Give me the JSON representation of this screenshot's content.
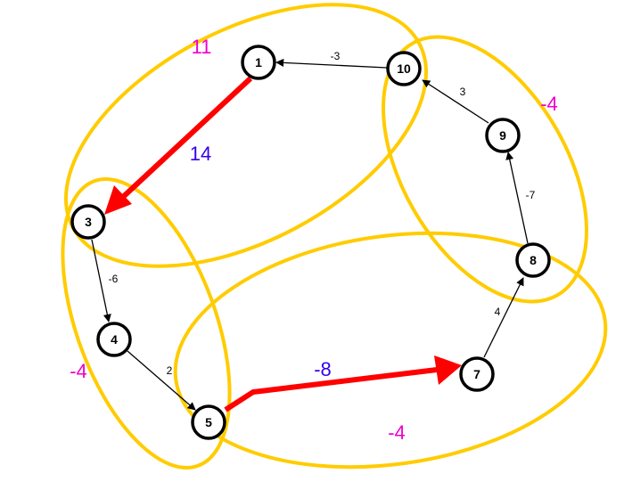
{
  "colors": {
    "cluster_outline": "#FFCC00",
    "cluster_label": "#EE00CC",
    "highlight_edge": "#FF0000",
    "highlight_label": "#3300EE",
    "edge": "#000000",
    "node_fill": "#FFFFFF",
    "node_stroke": "#000000"
  },
  "nodes": [
    {
      "id": "1",
      "label": "1"
    },
    {
      "id": "10",
      "label": "10"
    },
    {
      "id": "9",
      "label": "9"
    },
    {
      "id": "8",
      "label": "8"
    },
    {
      "id": "7",
      "label": "7"
    },
    {
      "id": "5",
      "label": "5"
    },
    {
      "id": "4",
      "label": "4"
    },
    {
      "id": "3",
      "label": "3"
    }
  ],
  "edges": [
    {
      "from": "10",
      "to": "1",
      "weight": "-3",
      "highlight": false
    },
    {
      "from": "9",
      "to": "10",
      "weight": "3",
      "highlight": false
    },
    {
      "from": "8",
      "to": "9",
      "weight": "-7",
      "highlight": false
    },
    {
      "from": "7",
      "to": "8",
      "weight": "4",
      "highlight": false
    },
    {
      "from": "4",
      "to": "5",
      "weight": "2",
      "highlight": false
    },
    {
      "from": "3",
      "to": "4",
      "weight": "-6",
      "highlight": false
    },
    {
      "from": "1",
      "to": "3",
      "weight": "14",
      "highlight": true
    },
    {
      "from": "5",
      "to": "7",
      "weight": "-8",
      "highlight": true
    }
  ],
  "clusters": [
    {
      "id": "top-left",
      "label": "11"
    },
    {
      "id": "right",
      "label": "-4"
    },
    {
      "id": "left",
      "label": "-4"
    },
    {
      "id": "bottom",
      "label": "-4"
    }
  ]
}
